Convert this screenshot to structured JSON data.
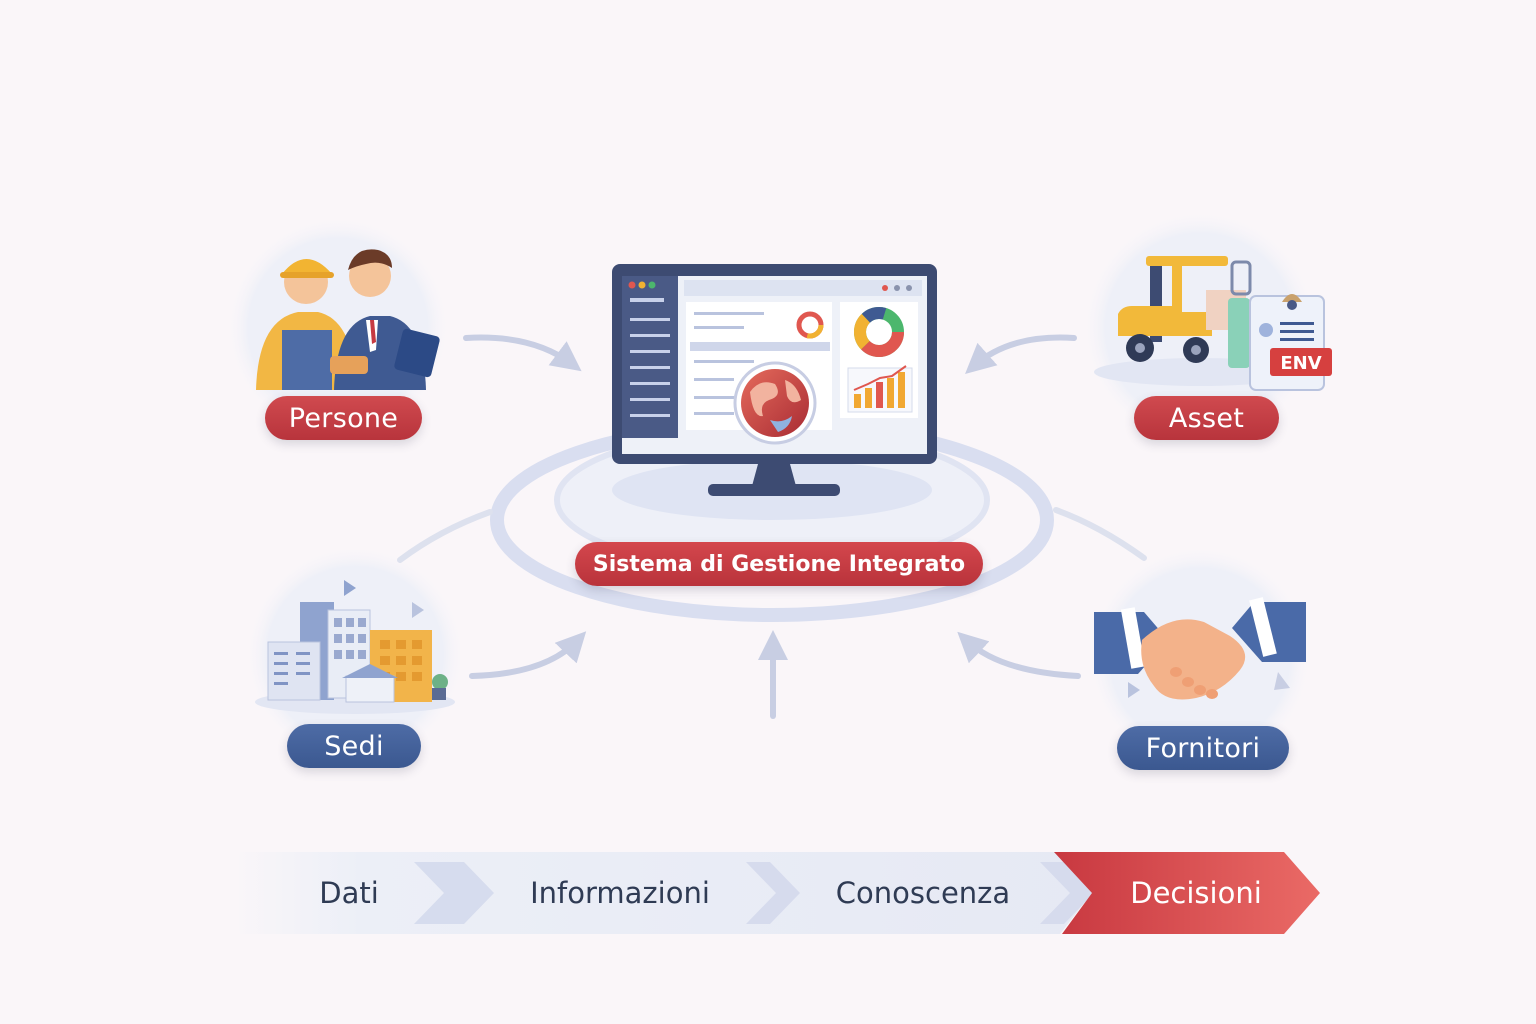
{
  "center": {
    "label": "Sistema di Gestione Integrato",
    "badge_text": "ENV"
  },
  "nodes": {
    "persone": "Persone",
    "asset": "Asset",
    "sedi": "Sedi",
    "fornitori": "Fornitori"
  },
  "flow": {
    "steps": [
      "Dati",
      "Informazioni",
      "Conoscenza",
      "Decisioni"
    ]
  },
  "colors": {
    "accent_red": "#c63b42",
    "navy": "#3f5a92",
    "monitor": "#3d4b72",
    "background": "#faf6f9"
  }
}
